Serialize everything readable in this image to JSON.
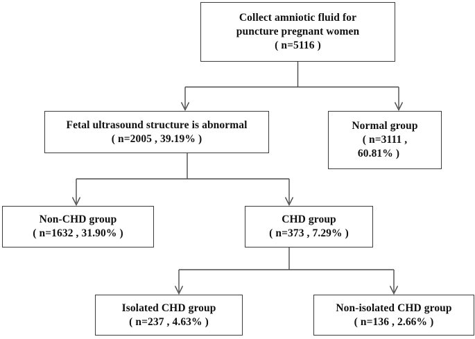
{
  "chart_data": {
    "type": "diagram",
    "diagram_kind": "flowchart",
    "title": "",
    "orientation": "top-down",
    "total_enrolled": 5116,
    "nodes": [
      {
        "id": "root",
        "lines": [
          "Collect amniotic fluid for",
          "puncture pregnant women",
          "( n=5116 )"
        ],
        "label": "Collect amniotic fluid for puncture pregnant women",
        "n": 5116,
        "percent": null
      },
      {
        "id": "abnormal",
        "lines": [
          "Fetal ultrasound structure is abnormal",
          "( n=2005 , 39.19% )"
        ],
        "label": "Fetal ultrasound structure is abnormal",
        "n": 2005,
        "percent": 39.19
      },
      {
        "id": "normal",
        "lines": [
          "Normal group",
          "( n=3111 ,",
          "60.81% )"
        ],
        "label": "Normal group",
        "n": 3111,
        "percent": 60.81
      },
      {
        "id": "nonchd",
        "lines": [
          "Non-CHD group",
          "( n=1632 , 31.90% )"
        ],
        "label": "Non-CHD group",
        "n": 1632,
        "percent": 31.9
      },
      {
        "id": "chd",
        "lines": [
          "CHD group",
          "( n=373 , 7.29% )"
        ],
        "label": "CHD group",
        "n": 373,
        "percent": 7.29
      },
      {
        "id": "isolated",
        "lines": [
          "Isolated CHD group",
          "( n=237 , 4.63% )"
        ],
        "label": "Isolated CHD group",
        "n": 237,
        "percent": 4.63
      },
      {
        "id": "nonisolated",
        "lines": [
          "Non-isolated CHD group",
          "( n=136 , 2.66% )"
        ],
        "label": "Non-isolated CHD group",
        "n": 136,
        "percent": 2.66
      }
    ],
    "edges": [
      {
        "from": "root",
        "to": "abnormal"
      },
      {
        "from": "root",
        "to": "normal"
      },
      {
        "from": "abnormal",
        "to": "nonchd"
      },
      {
        "from": "abnormal",
        "to": "chd"
      },
      {
        "from": "chd",
        "to": "isolated"
      },
      {
        "from": "chd",
        "to": "nonisolated"
      }
    ],
    "colors": {
      "box_border": "#3b3b3b",
      "connector": "#4a4a4a",
      "text": "#101010",
      "background": "#ffffff"
    }
  },
  "nodes": {
    "root": {
      "line1": "Collect amniotic fluid for",
      "line2": "puncture pregnant women",
      "line3": "( n=5116 )"
    },
    "abnormal": {
      "line1": "Fetal ultrasound structure is abnormal",
      "line2": "( n=2005 , 39.19% )"
    },
    "normal": {
      "line1": "Normal group",
      "line2": "( n=3111 ,",
      "line3": "60.81% )"
    },
    "nonchd": {
      "line1": "Non-CHD group",
      "line2": "( n=1632 , 31.90% )"
    },
    "chd": {
      "line1": "CHD group",
      "line2": "( n=373 , 7.29% )"
    },
    "isolated": {
      "line1": "Isolated CHD group",
      "line2": "( n=237 , 4.63% )"
    },
    "nonisolated": {
      "line1": "Non-isolated CHD group",
      "line2": "( n=136 , 2.66% )"
    }
  }
}
